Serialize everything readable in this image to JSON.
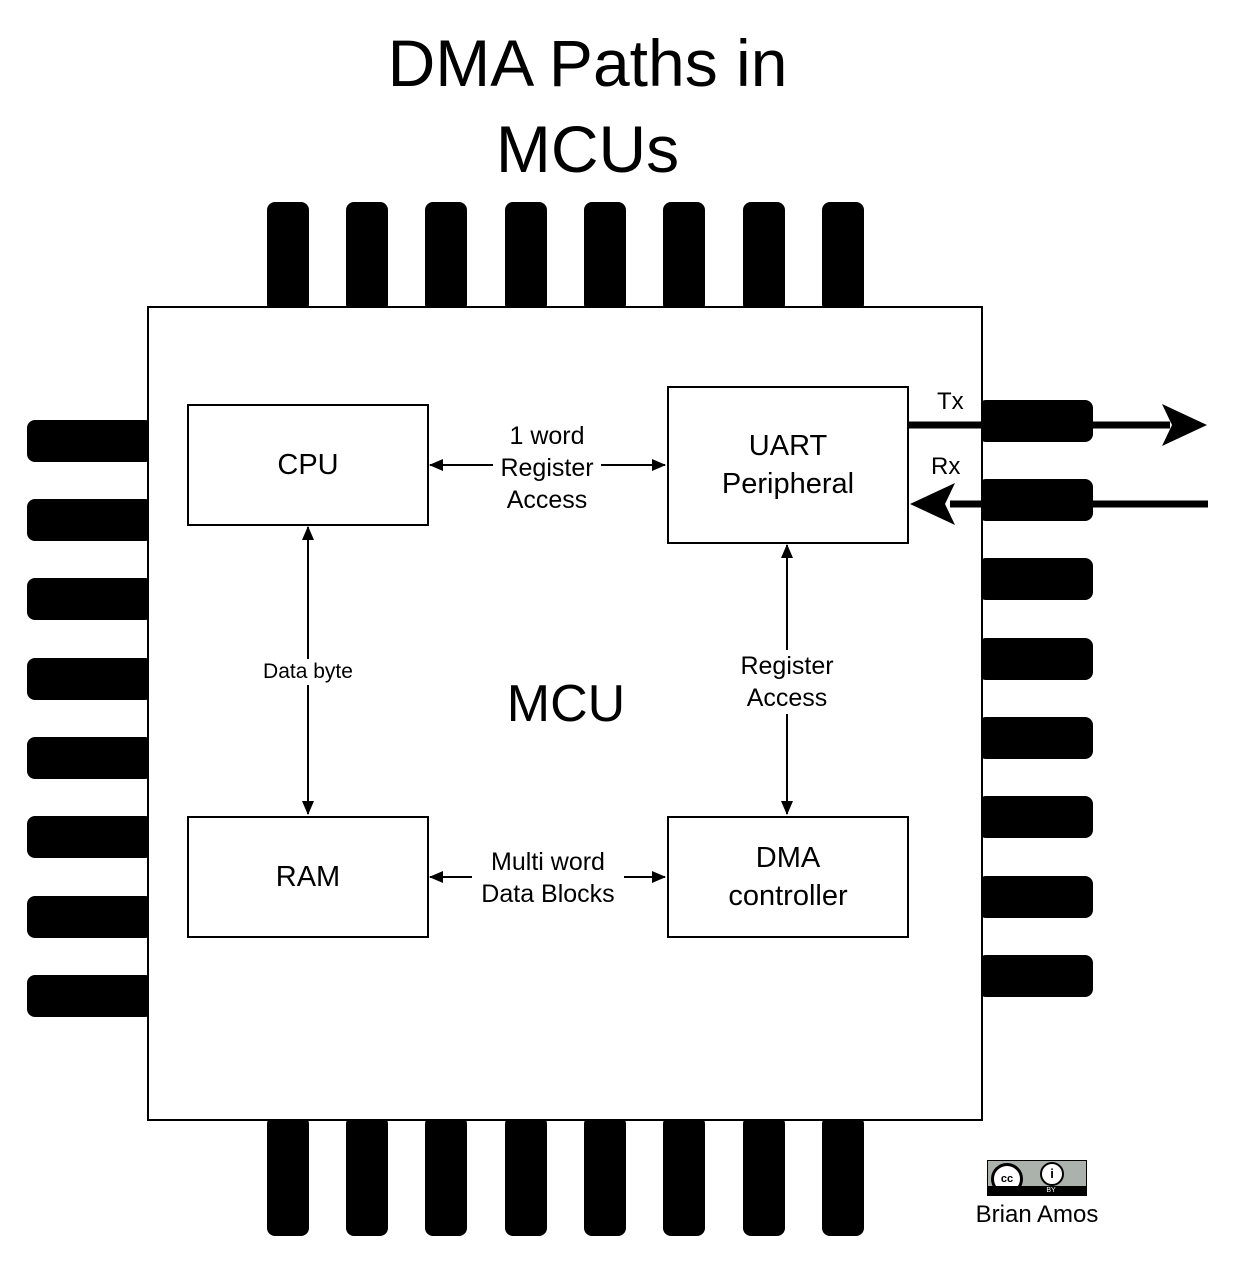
{
  "title": {
    "line1": "DMA Paths in",
    "line2": "MCUs"
  },
  "chip_label": "MCU",
  "blocks": {
    "cpu": "CPU",
    "uart": {
      "line1": "UART",
      "line2": "Peripheral"
    },
    "ram": "RAM",
    "dma": {
      "line1": "DMA",
      "line2": "controller"
    }
  },
  "connections": {
    "cpu_uart": {
      "line1": "1 word",
      "line2": "Register",
      "line3": "Access"
    },
    "cpu_ram": "Data byte",
    "uart_dma": {
      "line1": "Register",
      "line2": "Access"
    },
    "ram_dma": {
      "line1": "Multi word",
      "line2": "Data Blocks"
    }
  },
  "signals": {
    "tx": "Tx",
    "rx": "Rx"
  },
  "license": {
    "badge_cc": "cc",
    "badge_by": "BY",
    "author": "Brian Amos"
  }
}
